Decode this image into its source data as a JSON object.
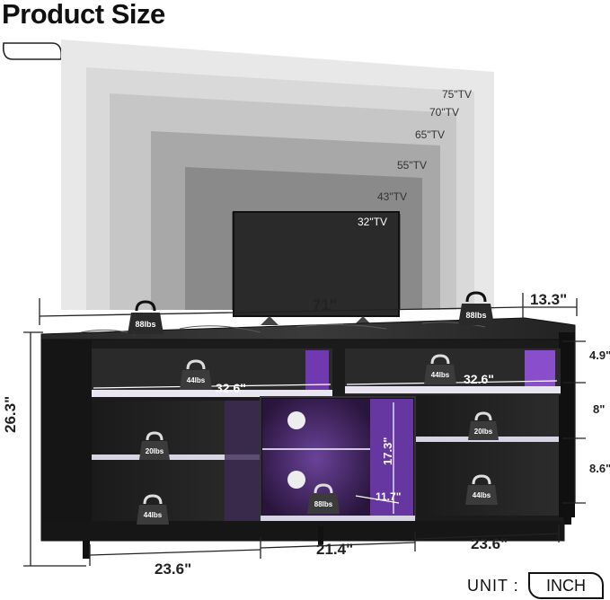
{
  "header": {
    "title": "Product Size"
  },
  "tv_sizes": [
    "75\"TV",
    "70\"TV",
    "65\"TV",
    "55\"TV",
    "43\"TV",
    "32\"TV"
  ],
  "dimensions": {
    "width": "71\"",
    "depth": "13.3\"",
    "height": "26.3\"",
    "left_width": "23.6\"",
    "center_width": "21.4\"",
    "right_width": "23.6\"",
    "top_gap": "4.9\"",
    "mid_gap": "8\"",
    "bottom_gap": "8.6\"",
    "shelf_left": "32.6\"",
    "shelf_right": "32.6\"",
    "center_height": "17.3\"",
    "center_depth": "11.7\""
  },
  "weights": {
    "top_left": "88lbs",
    "top_right": "88lbs",
    "left_upper": "44lbs",
    "right_upper": "44lbs",
    "left_mid": "20lbs",
    "right_mid": "20lbs",
    "left_bottom": "44lbs",
    "center_bottom": "88lbs",
    "right_bottom": "44lbs"
  },
  "unit": {
    "label": "UNIT :",
    "value": "INCH"
  }
}
